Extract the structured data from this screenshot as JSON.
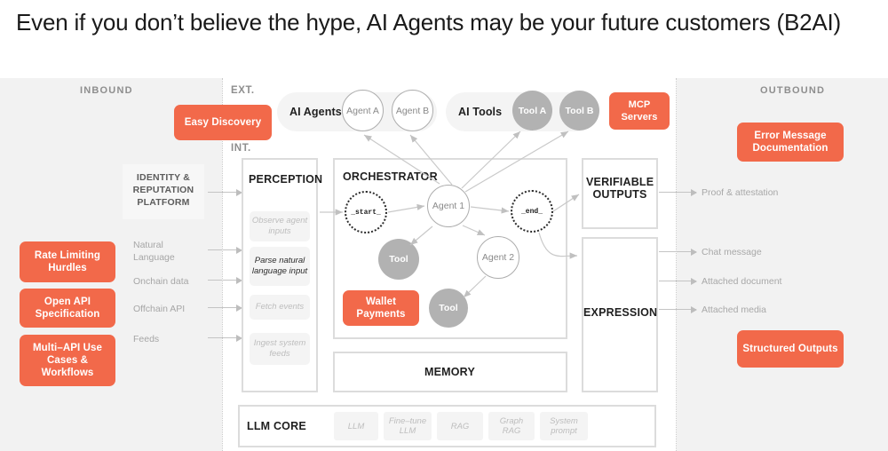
{
  "title": "Even if you don’t believe the hype, AI Agents may be your future customers (B2AI)",
  "zones": {
    "inbound": "INBOUND",
    "outbound": "OUTBOUND",
    "ext": "EXT.",
    "int": "INT."
  },
  "colors": {
    "accent_orange": "#f2694a",
    "panel_gray": "#f2f2f2",
    "box_border": "#dcdcdc",
    "node_gray": "#b2b2b2",
    "muted_text": "#a8a8a8"
  },
  "inbound": {
    "chips": [
      {
        "label": "Rate Limiting Hurdles"
      },
      {
        "label": "Open API Specification"
      },
      {
        "label": "Multi–API Use Cases & Workflows"
      }
    ],
    "platform_box": "IDENTITY & REPUTATION PLATFORM",
    "inputs": [
      {
        "label": "Natural Language"
      },
      {
        "label": "Onchain data"
      },
      {
        "label": "Offchain API"
      },
      {
        "label": "Feeds"
      }
    ]
  },
  "ext": {
    "easy_discovery_chip": "Easy Discovery",
    "mcp_chip": "MCP Servers",
    "agents_pill": {
      "label": "AI Agents",
      "nodes": [
        {
          "label": "Agent A"
        },
        {
          "label": "Agent B"
        }
      ]
    },
    "tools_pill": {
      "label": "AI Tools",
      "nodes": [
        {
          "label": "Tool A"
        },
        {
          "label": "Tool B"
        }
      ]
    }
  },
  "perception": {
    "title": "PERCEPTION",
    "items": [
      {
        "label": "Observe agent inputs",
        "active": false
      },
      {
        "label": "Parse natural language input",
        "active": true
      },
      {
        "label": "Fetch events",
        "active": false
      },
      {
        "label": "Ingest system feeds",
        "active": false
      }
    ]
  },
  "orchestrator": {
    "title": "ORCHESTRATOR",
    "nodes": [
      {
        "label": "_start_",
        "type": "dotted"
      },
      {
        "label": "Agent 1",
        "type": "outline"
      },
      {
        "label": "_end_",
        "type": "dotted"
      },
      {
        "label": "Tool",
        "type": "filled"
      },
      {
        "label": "Agent 2",
        "type": "outline"
      },
      {
        "label": "Tool",
        "type": "filled"
      }
    ],
    "wallet_chip": "Wallet Payments"
  },
  "memory": {
    "title": "MEMORY"
  },
  "llm_core": {
    "title": "LLM CORE",
    "items": [
      {
        "label": "LLM"
      },
      {
        "label": "Fine–tune LLM"
      },
      {
        "label": "RAG"
      },
      {
        "label": "Graph RAG"
      },
      {
        "label": "System prompt"
      }
    ]
  },
  "outputs": {
    "verifiable_title": "VERIFIABLE OUTPUTS",
    "expression_title": "EXPRESSION"
  },
  "outbound": {
    "labels": [
      {
        "label": "Proof & attestation"
      },
      {
        "label": "Chat message"
      },
      {
        "label": "Attached document"
      },
      {
        "label": "Attached media"
      }
    ],
    "chips": [
      {
        "label": "Error Message Documentation"
      },
      {
        "label": "Structured Outputs"
      }
    ]
  }
}
